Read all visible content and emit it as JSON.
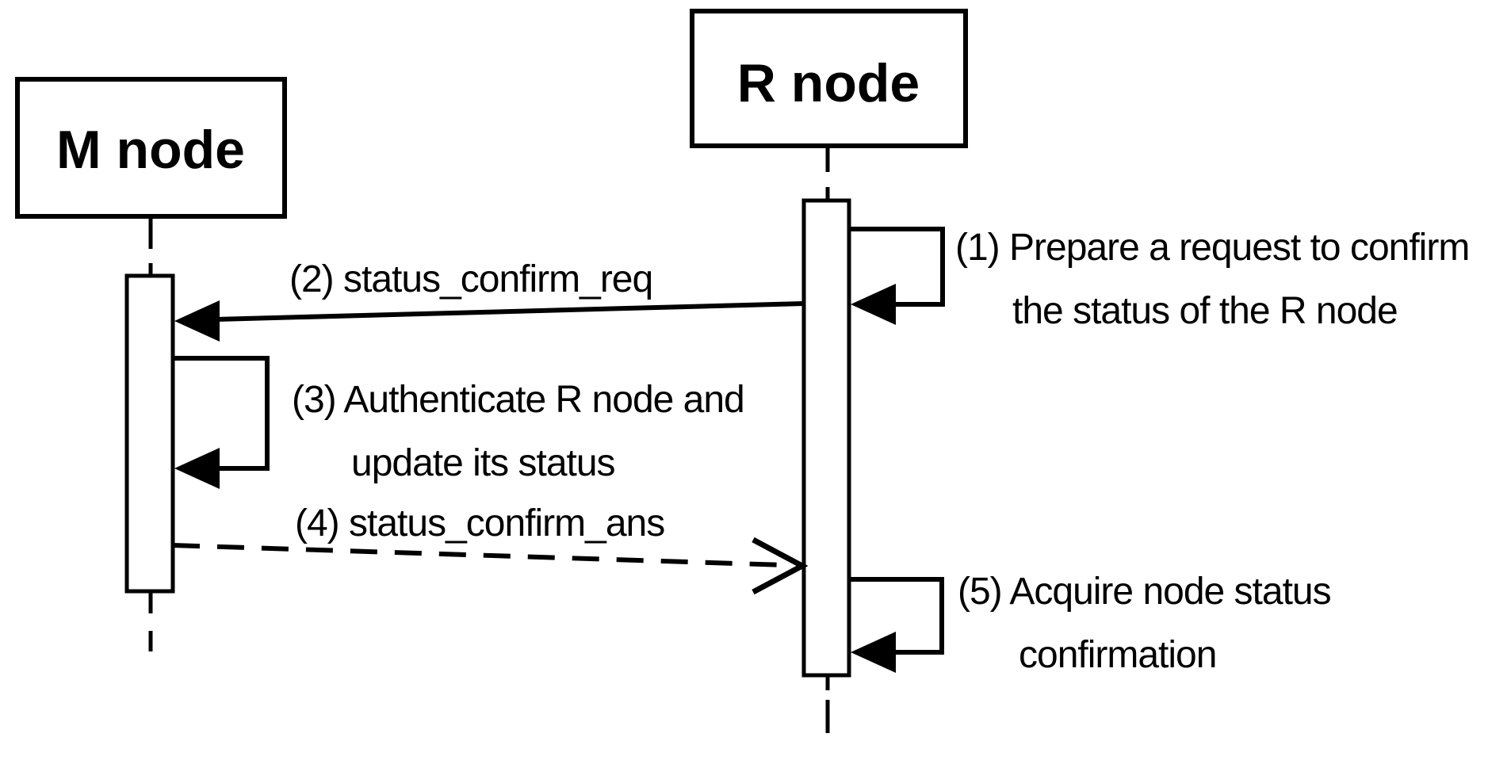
{
  "diagram": {
    "type": "uml-sequence-diagram",
    "colors": {
      "background": "#ffffff",
      "ink": "#000000"
    },
    "actors": [
      {
        "label": "M node"
      },
      {
        "label": "R node"
      }
    ],
    "messages": [
      {
        "kind": "self-message",
        "on": "R node",
        "arrow": "solid-filled",
        "lines": [
          "(1) Prepare a request to confirm",
          "the status of the R node"
        ]
      },
      {
        "kind": "message",
        "from": "R node",
        "to": "M node",
        "arrow": "solid-filled",
        "lines": [
          "(2) status_confirm_req"
        ]
      },
      {
        "kind": "self-message",
        "on": "M node",
        "arrow": "solid-filled",
        "lines": [
          "(3) Authenticate R node and",
          "update its status"
        ]
      },
      {
        "kind": "reply-message",
        "from": "M node",
        "to": "R node",
        "arrow": "dashed-open",
        "lines": [
          "(4) status_confirm_ans"
        ]
      },
      {
        "kind": "self-message",
        "on": "R node",
        "arrow": "solid-filled",
        "lines": [
          "(5) Acquire node status",
          "confirmation"
        ]
      }
    ]
  }
}
